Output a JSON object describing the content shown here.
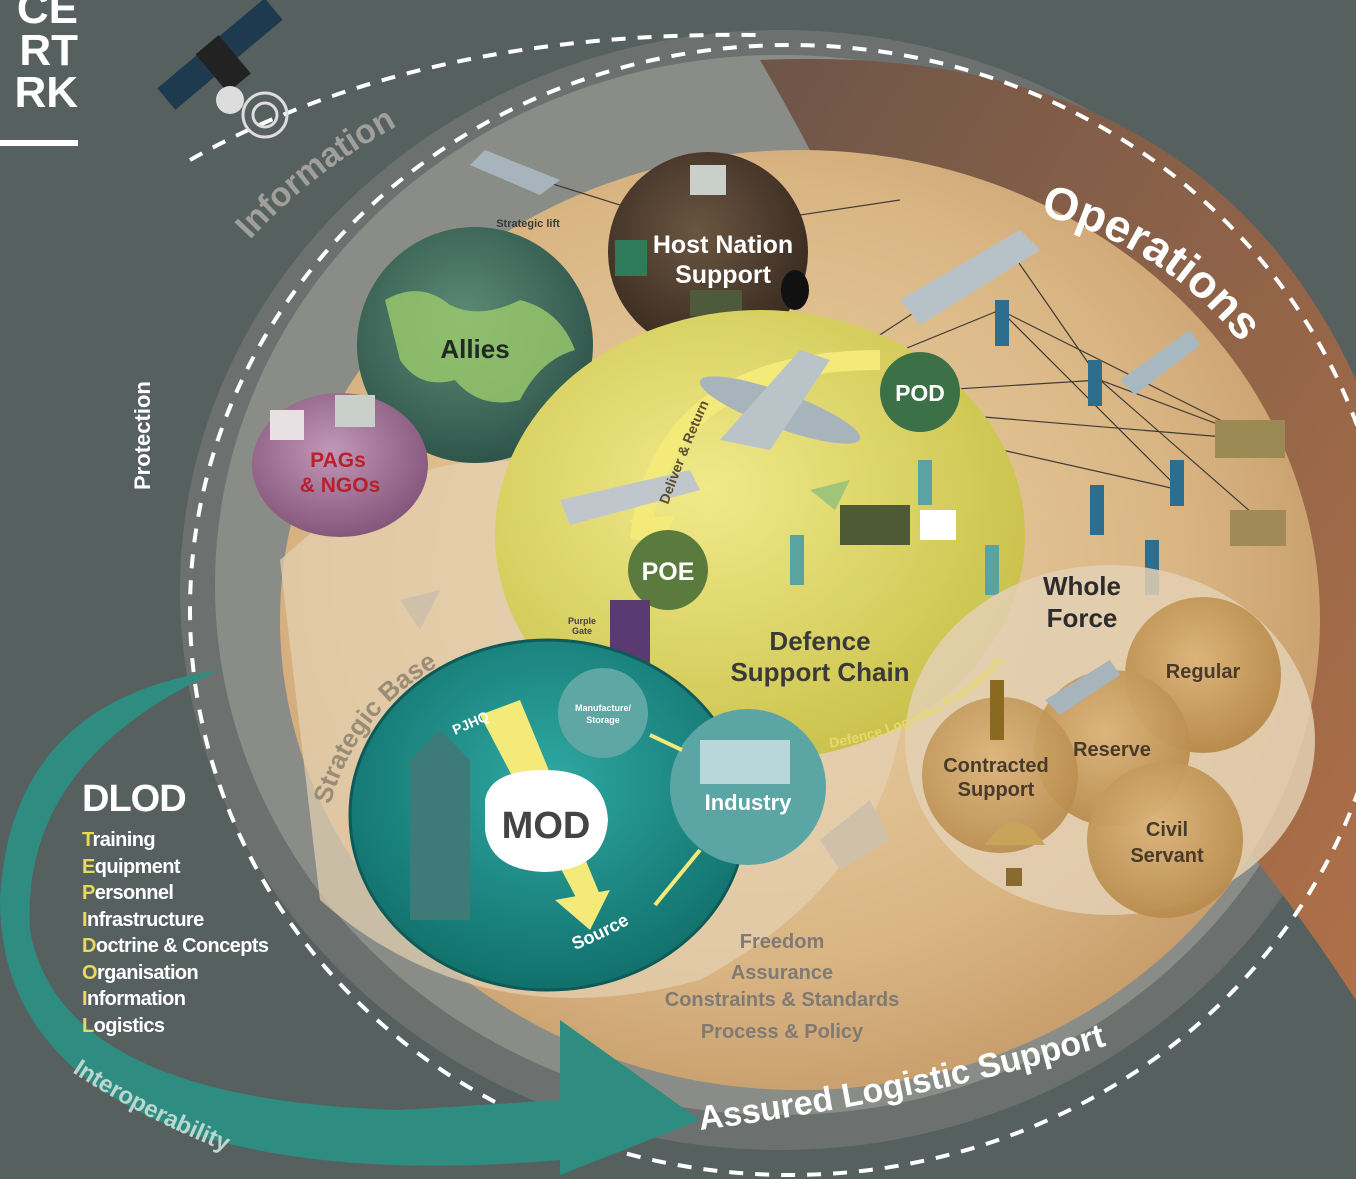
{
  "corner_title": [
    "CE",
    "RT",
    "RK"
  ],
  "ring_labels": {
    "information": "Information",
    "protection": "Protection",
    "operations": "Operations",
    "assured_logistic_support": "Assured Logistic Support",
    "interoperability": "Interoperability",
    "strategic_base": "Strategic Base",
    "defence_logistics_framework": "Defence Logistics Framework"
  },
  "nodes": {
    "host_nation_support": [
      "Host Nation",
      "Support"
    ],
    "allies": "Allies",
    "pags_ngos": [
      "PAGs",
      "& NGOs"
    ],
    "strategic_lift": "Strategic lift",
    "pod": "POD",
    "poe": "POE",
    "deliver_return": "Deliver & Return",
    "purple_gate": [
      "Purple",
      "Gate"
    ],
    "defence_support_chain": [
      "Defence",
      "Support Chain"
    ],
    "whole_force": [
      "Whole",
      "Force"
    ],
    "regular": "Regular",
    "reserve": "Reserve",
    "contracted_support": [
      "Contracted",
      "Support"
    ],
    "civil_servant": [
      "Civil",
      "Servant"
    ],
    "pjhq": "PJHQ",
    "mod": "MOD",
    "manufacture_storage": [
      "Manufacture/",
      "Storage"
    ],
    "industry": "Industry",
    "source": "Source"
  },
  "principles": [
    "Freedom",
    "Assurance",
    "Constraints & Standards",
    "Process & Policy"
  ],
  "dlod": {
    "title": "DLOD",
    "items": [
      {
        "initial": "T",
        "rest": "raining"
      },
      {
        "initial": "E",
        "rest": "quipment"
      },
      {
        "initial": "P",
        "rest": "ersonnel"
      },
      {
        "initial": "I",
        "rest": "nfrastructure"
      },
      {
        "initial": "D",
        "rest": "octrine & Concepts"
      },
      {
        "initial": "O",
        "rest": "rganisation"
      },
      {
        "initial": "I",
        "rest": "nformation"
      },
      {
        "initial": "L",
        "rest": "ogistics"
      }
    ]
  },
  "colors": {
    "background": "#56605f",
    "outer_ring": "#7a7e7c",
    "information_band": "#a9a7a2",
    "operations_band": "#9b6a4a",
    "main_area": "#d9b583",
    "support_chain": "#dcd35a",
    "mod_circle": "#1e8a86",
    "dlod_arrow": "#2e8c80",
    "whole_force_circle": "#ddc7a8",
    "force_bubble": "#c99a55",
    "allies_globe": "#3f6e62",
    "host_nation": "#4a3a2c",
    "pags": "#9b6b8f",
    "accent_text": "#e8d95a"
  }
}
